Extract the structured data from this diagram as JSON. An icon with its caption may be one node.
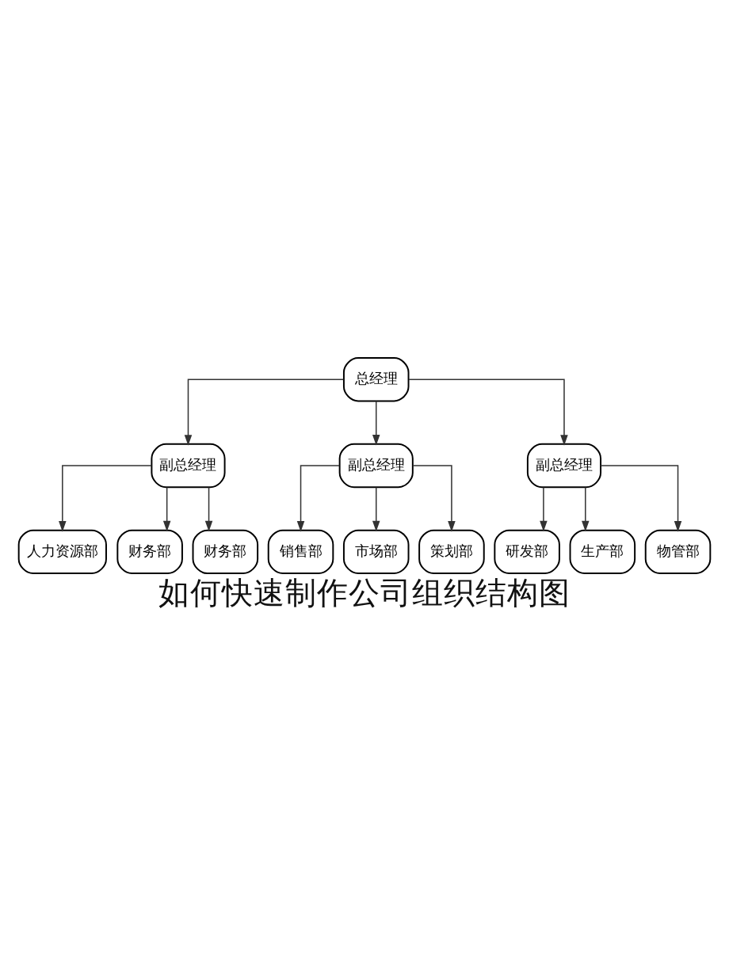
{
  "diagram": {
    "title": "如何快速制作公司组织结构图",
    "nodes": [
      {
        "text": [
          "总经理"
        ]
      },
      {
        "text": [
          "副总经理"
        ]
      },
      {
        "text": [
          "副总经理"
        ]
      },
      {
        "text": [
          "副总经理"
        ]
      },
      {
        "text": [
          "人力资源部"
        ]
      },
      {
        "text": [
          "财务部"
        ]
      },
      {
        "text": [
          "财务部"
        ]
      },
      {
        "text": [
          "销售部"
        ]
      },
      {
        "text": [
          "市场部"
        ]
      },
      {
        "text": [
          "策划部"
        ]
      },
      {
        "text": [
          "研发部"
        ]
      },
      {
        "text": [
          "生产部"
        ]
      },
      {
        "text": [
          "物管部"
        ]
      }
    ],
    "edges": [
      {
        "from": 0,
        "to": 1,
        "arrow": "to"
      },
      {
        "from": 0,
        "to": 2,
        "arrow": "to"
      },
      {
        "from": 0,
        "to": 3,
        "arrow": "to"
      },
      {
        "from": 1,
        "to": 4,
        "arrow": "to"
      },
      {
        "from": 1,
        "to": 5,
        "arrow": "to"
      },
      {
        "from": 1,
        "to": 6,
        "arrow": "to"
      },
      {
        "from": 2,
        "to": 7,
        "arrow": "to"
      },
      {
        "from": 2,
        "to": 8,
        "arrow": "to"
      },
      {
        "from": 2,
        "to": 9,
        "arrow": "to"
      },
      {
        "from": 3,
        "to": 10,
        "arrow": "to"
      },
      {
        "from": 3,
        "to": 11,
        "arrow": "to"
      },
      {
        "from": 3,
        "to": 12,
        "arrow": "to"
      }
    ]
  }
}
